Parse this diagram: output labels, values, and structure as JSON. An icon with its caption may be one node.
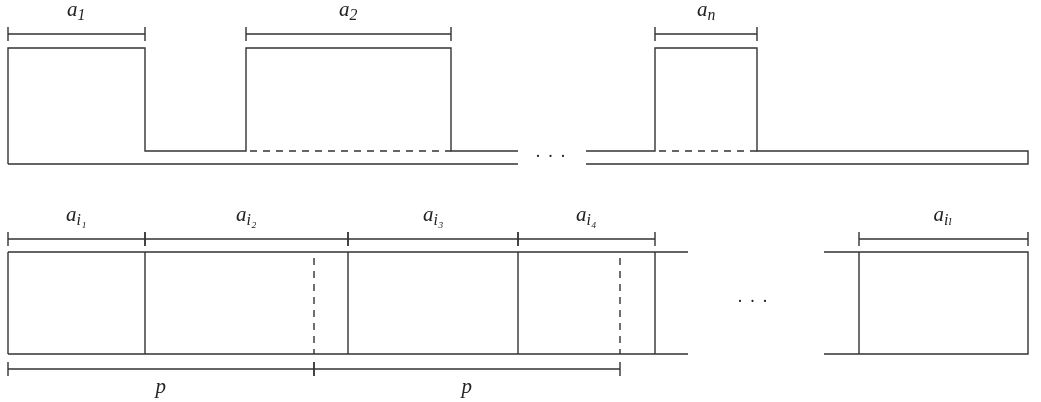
{
  "diagram": {
    "labels": [
      "a$_{1}$",
      "a$_{2}$",
      "a$_{n}$",
      "· · ·",
      "a$_{i₁}$",
      "a$_{i₂}$",
      "a$_{i₃}$",
      "a$_{i₄}$",
      "a$_{iₗ}$",
      "· · ·",
      "p",
      "p"
    ]
  }
}
